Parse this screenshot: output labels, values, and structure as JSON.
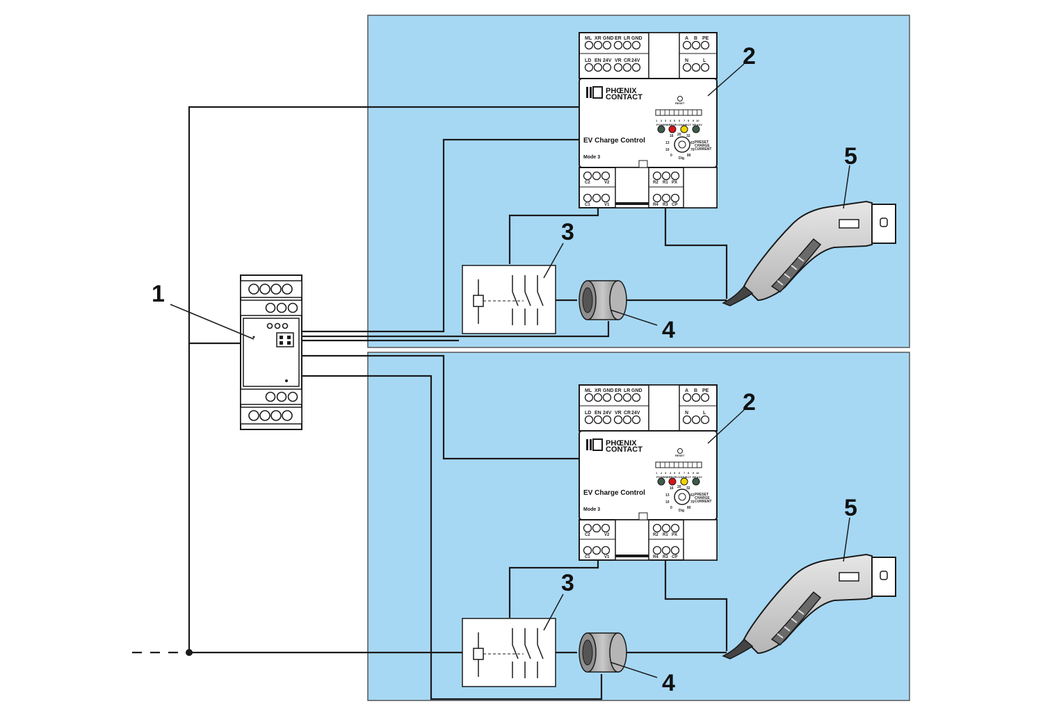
{
  "callouts": {
    "c1": "1",
    "c2_top": "2",
    "c3_top": "3",
    "c4_top": "4",
    "c5_top": "5",
    "c2_bot": "2",
    "c3_bot": "3",
    "c4_bot": "4",
    "c5_bot": "5"
  },
  "controller": {
    "brand_line1": "PHŒNIX",
    "brand_line2": "CONTACT",
    "product_name": "EV Charge Control",
    "mode": "Mode 3",
    "reset_label": "RESET",
    "led_labels": [
      "POWER",
      "ERROR",
      "CONNECT",
      "READY"
    ],
    "dip_numbers": [
      "1",
      "2",
      "3",
      "4",
      "5",
      "6",
      "7",
      "8",
      "9",
      "10"
    ],
    "preset_line1": "PRESET",
    "preset_line2": "CHARGE",
    "preset_line3": "CURRENT",
    "dial_values": [
      "13",
      "16",
      "20",
      "32",
      "63",
      "70",
      "80",
      "0",
      "10"
    ],
    "dial_unit": "Dig",
    "top_terminals_row1": [
      "ML",
      "XR",
      "GND",
      "ER",
      "LR",
      "GND"
    ],
    "top_terminals_row2": [
      "LD",
      "EN",
      "24V",
      "VR",
      "CR",
      "24V"
    ],
    "top_right_row1": [
      "A",
      "B",
      "PE"
    ],
    "top_right_row2": [
      "N",
      "L"
    ],
    "bottom_left_row1": [
      "C2",
      "V2"
    ],
    "bottom_left_row2": [
      "C1",
      "V1"
    ],
    "bottom_right_row1": [
      "R2",
      "R1",
      "PX"
    ],
    "bottom_right_row2": [
      "R4",
      "R3",
      "CP"
    ]
  },
  "colors": {
    "panel_fill": "#a6d8f4",
    "panel_stroke": "#555555",
    "wire": "#1a1a1a",
    "led_power": "#3d5a4a",
    "led_error": "#d8141a",
    "led_connect": "#f2d500",
    "led_ready": "#3d5a4a"
  }
}
